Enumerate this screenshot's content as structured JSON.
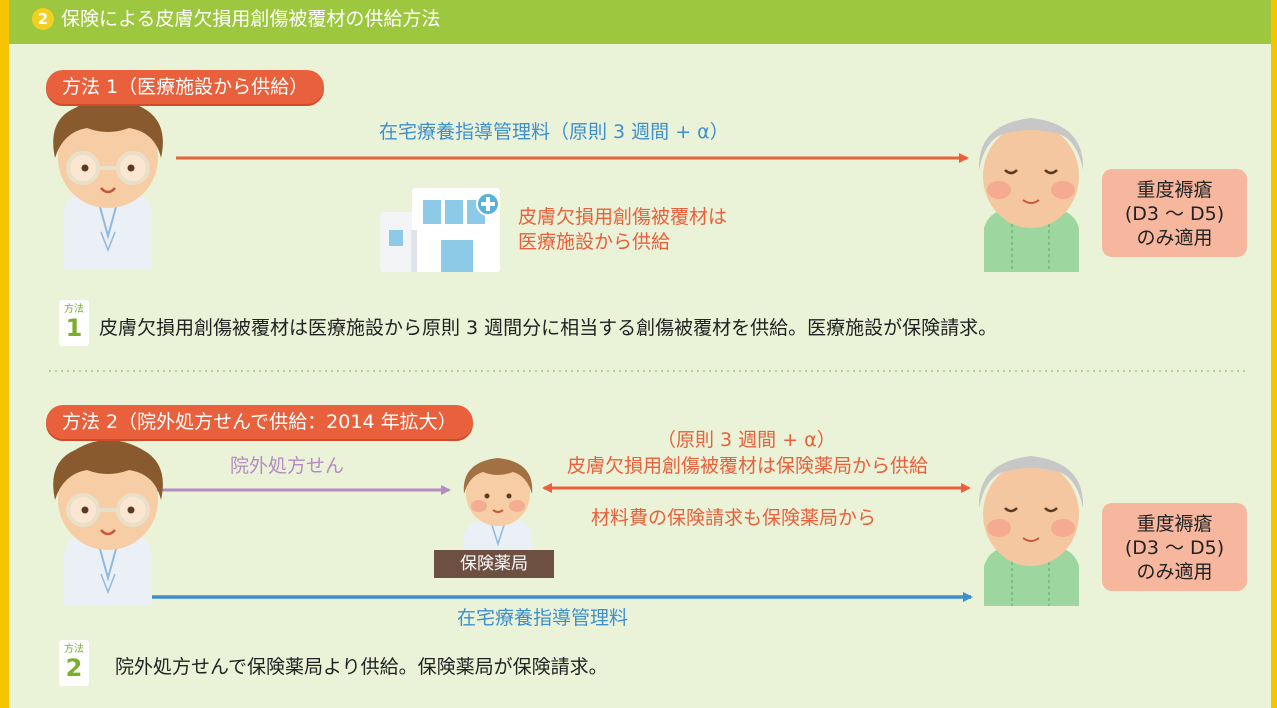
{
  "header": {
    "number": "2",
    "title": "保険による皮膚欠損用創傷被覆材の供給方法"
  },
  "method1": {
    "badge": "方法 1（医療施設から供給）",
    "arrow_label": "在宅療養指導管理料（原則 3 週間 + α）",
    "hospital_caption_line1": "皮膚欠損用創傷被覆材は",
    "hospital_caption_line2": "医療施設から供給",
    "result_line1": "重度褥瘡",
    "result_line2": "(D3 ～ D5)",
    "result_line3": "のみ適用",
    "step_label": "方法",
    "step_number": "1",
    "step_text": "皮膚欠損用創傷被覆材は医療施設から原則 3 週間分に相当する創傷被覆材を供給。医療施設が保険請求。"
  },
  "method2": {
    "badge": "方法 2（院外処方せんで供給：2014 年拡大）",
    "prescription_label": "院外処方せん",
    "period_label": "（原則 3 週間 + α）",
    "supply_label": "皮膚欠損用創傷被覆材は保険薬局から供給",
    "billing_label": "材料費の保険請求も保険薬局から",
    "pharmacy_label": "保険薬局",
    "bottom_arrow_label": "在宅療養指導管理料",
    "result_line1": "重度褥瘡",
    "result_line2": "(D3 ～ D5)",
    "result_line3": "のみ適用",
    "step_label": "方法",
    "step_number": "2",
    "step_text": "院外処方せんで保険薬局より供給。保険薬局が保険請求。"
  },
  "colors": {
    "frame": "#f6c500",
    "panel": "#eaf3d8",
    "header": "#9dc73f",
    "accent_red": "#e8603c",
    "accent_blue": "#3f8fcf",
    "accent_purple": "#b58bc3",
    "result_box": "#f6b79e"
  },
  "icons": {
    "doctor": "doctor-icon",
    "patient": "elderly-patient-icon",
    "hospital": "hospital-icon",
    "pharmacist": "pharmacist-icon"
  }
}
